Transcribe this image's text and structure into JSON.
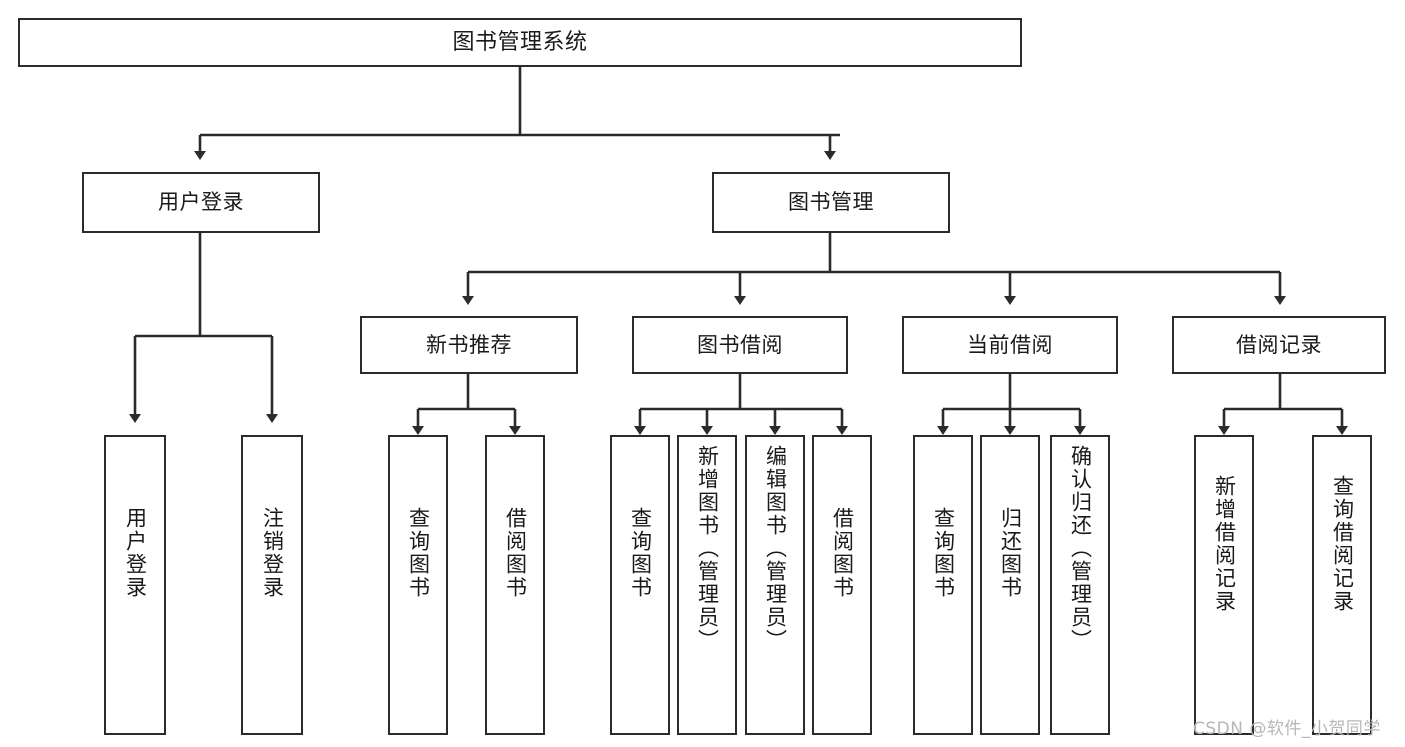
{
  "diagram": {
    "type": "tree-hierarchy",
    "title": "图书管理系统",
    "nodes": {
      "root": {
        "label": "图书管理系统",
        "orientation": "horizontal"
      },
      "user_login": {
        "label": "用户登录",
        "orientation": "horizontal"
      },
      "book_manage": {
        "label": "图书管理",
        "orientation": "horizontal"
      },
      "new_book_rec": {
        "label": "新书推荐",
        "orientation": "horizontal"
      },
      "book_borrow": {
        "label": "图书借阅",
        "orientation": "horizontal"
      },
      "current_borrow": {
        "label": "当前借阅",
        "orientation": "horizontal"
      },
      "borrow_record": {
        "label": "借阅记录",
        "orientation": "horizontal"
      },
      "leaf_user_login": {
        "label": "用户登录",
        "orientation": "vertical"
      },
      "leaf_logout": {
        "label": "注销登录",
        "orientation": "vertical"
      },
      "leaf_query_book_1": {
        "label": "查询图书",
        "orientation": "vertical"
      },
      "leaf_borrow_book_1": {
        "label": "借阅图书",
        "orientation": "vertical"
      },
      "leaf_query_book_2": {
        "label": "查询图书",
        "orientation": "vertical"
      },
      "leaf_add_book": {
        "label": "新增图书（管理员）",
        "orientation": "vertical"
      },
      "leaf_edit_book": {
        "label": "编辑图书（管理员）",
        "orientation": "vertical"
      },
      "leaf_borrow_book_2": {
        "label": "借阅图书",
        "orientation": "vertical"
      },
      "leaf_query_book_3": {
        "label": "查询图书",
        "orientation": "vertical"
      },
      "leaf_return_book": {
        "label": "归还图书",
        "orientation": "vertical"
      },
      "leaf_confirm_return": {
        "label": "确认归还（管理员）",
        "orientation": "vertical"
      },
      "leaf_add_record": {
        "label": "新增借阅记录",
        "orientation": "vertical"
      },
      "leaf_query_record": {
        "label": "查询借阅记录",
        "orientation": "vertical"
      }
    },
    "colors": {
      "border": "#2b2b2b",
      "fill": "#ffffff",
      "text": "#1a1a1a",
      "edge": "#2b2b2b",
      "background": "#ffffff",
      "watermark": "#b7b7b7"
    }
  },
  "watermark": {
    "text": "CSDN @软件_小贺同学"
  }
}
